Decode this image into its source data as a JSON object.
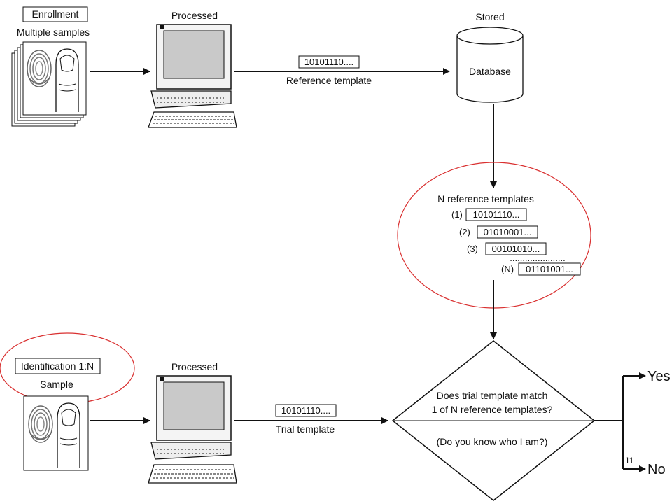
{
  "enrollment": {
    "box_label": "Enrollment",
    "samples_label": "Multiple samples",
    "processed_label": "Processed",
    "template_code": "10101110....",
    "template_label": "Reference template",
    "stored_label": "Stored",
    "database_label": "Database"
  },
  "reference_group": {
    "title": "N reference templates",
    "items": [
      {
        "index": "(1)",
        "code": "10101110..."
      },
      {
        "index": "(2)",
        "code": "01010001..."
      },
      {
        "index": "(3)",
        "code": "00101010..."
      },
      {
        "index": "(N)",
        "code": "01101001..."
      }
    ],
    "ellipsis": "......................"
  },
  "identification": {
    "box_label": "Identification 1:N",
    "sample_label": "Sample",
    "processed_label": "Processed",
    "template_code": "10101110....",
    "template_label": "Trial template"
  },
  "decision": {
    "question_line1": "Does trial template match",
    "question_line2": "1 of N reference templates?",
    "subtext": "(Do you know who I am?)",
    "yes_label": "Yes",
    "no_label": "No"
  },
  "page_number": "11",
  "colors": {
    "highlight_circle": "#d93030",
    "line": "#111111"
  },
  "icons": [
    "fingerprint-icon",
    "finger-icon",
    "computer-icon",
    "keyboard-icon",
    "database-icon"
  ]
}
